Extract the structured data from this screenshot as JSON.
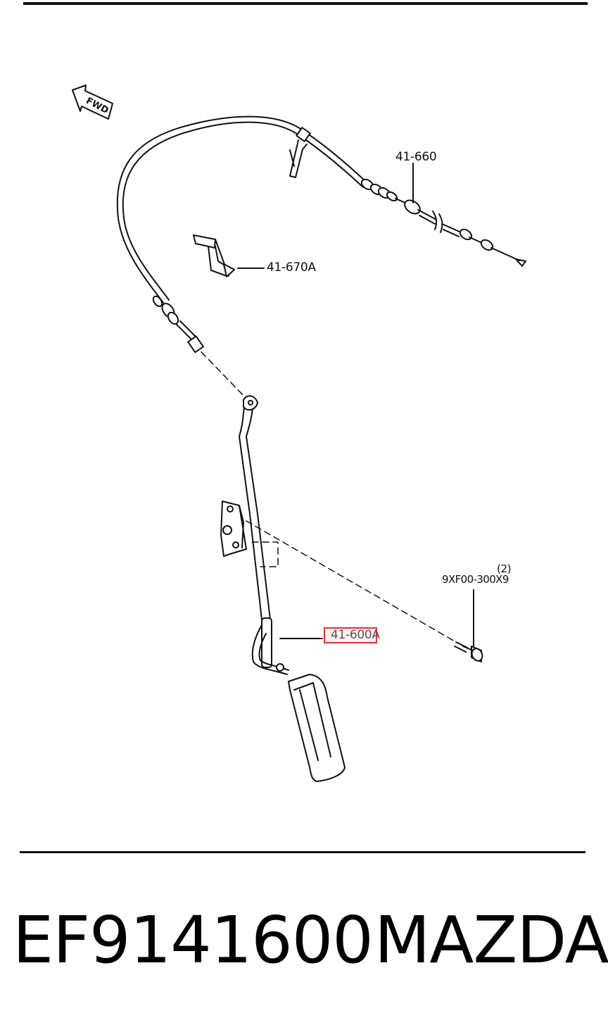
{
  "diagram": {
    "fwd_label": "FWD",
    "callouts": {
      "cable": "41-660",
      "bracket": "41-670A",
      "pedal": "41-600A",
      "bolt_qty": "(2)",
      "bolt": "9XF00-300X9"
    },
    "highlight_color": "#e03030"
  },
  "footer": {
    "part_number": "EF9141600",
    "brand": "MAZDA"
  }
}
